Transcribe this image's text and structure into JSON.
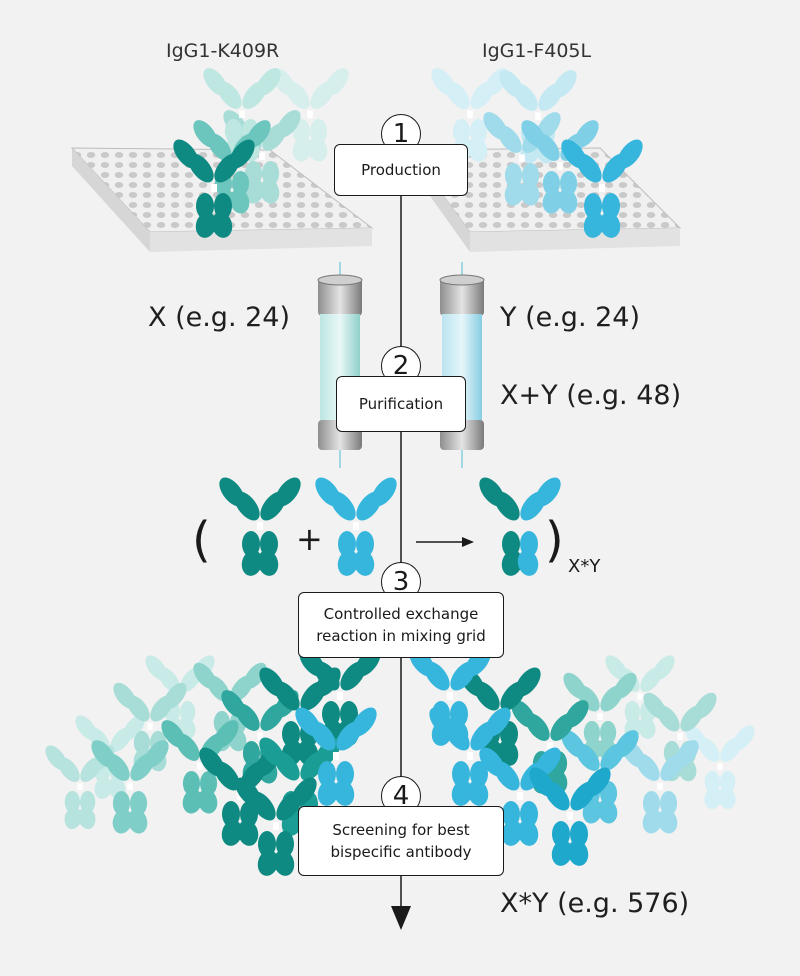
{
  "labels": {
    "left_variant": "IgG1-K409R",
    "right_variant": "IgG1-F405L",
    "x_count": "X (e.g. 24)",
    "y_count": "Y (e.g. 24)",
    "xy_sum": "X+Y (e.g. 48)",
    "xy_product": "X*Y (e.g. 576)",
    "equation_subscript": "X*Y",
    "plus": "+"
  },
  "steps": [
    {
      "number": "1",
      "text": "Production"
    },
    {
      "number": "2",
      "text": "Purification"
    },
    {
      "number": "3",
      "text_line1": "Controlled exchange",
      "text_line2": "reaction in mixing grid"
    },
    {
      "number": "4",
      "text_line1": "Screening for best",
      "text_line2": "bispecific antibody"
    }
  ],
  "colors": {
    "teal_dark": "#0e8a82",
    "teal_light": "#7fcfc8",
    "blue": "#36b6dc",
    "blue_light": "#a9e0ec",
    "background": "#f2f2f2"
  }
}
